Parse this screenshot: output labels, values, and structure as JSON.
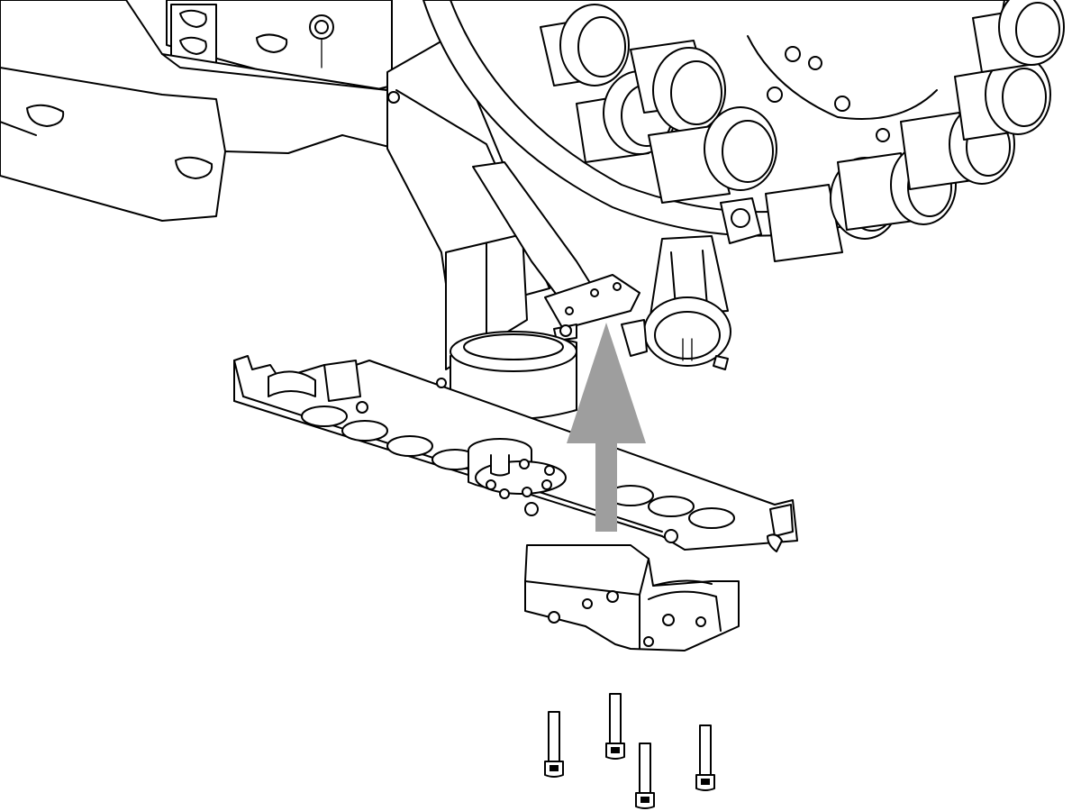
{
  "figure": {
    "kind": "exploded assembly line drawing",
    "components": [
      {
        "name": "tool-changer-carousel",
        "label": ""
      },
      {
        "name": "machine-frame",
        "label": ""
      },
      {
        "name": "spindle-head-assembly",
        "label": ""
      },
      {
        "name": "support-bracket",
        "label": ""
      },
      {
        "name": "socket-head-cap-screw",
        "label": "",
        "count": 4
      }
    ],
    "assembly_direction": "up",
    "colors": {
      "line": "#000000",
      "background": "#ffffff",
      "arrow": "#9e9e9e"
    }
  }
}
